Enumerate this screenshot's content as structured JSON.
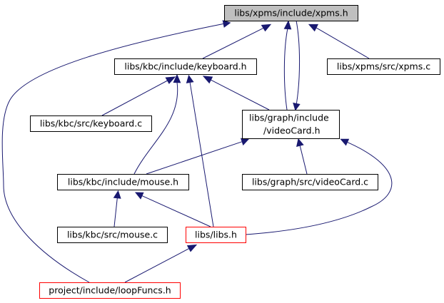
{
  "diagram": {
    "colors": {
      "edge": "#191970",
      "node_border": "#000000",
      "node_border_incomplete": "#ff0000",
      "node_fill": "#ffffff",
      "root_fill": "#bfbfbf"
    },
    "nodes": {
      "xpms_h": {
        "lines": [
          "libs/xpms/include/xpms.h"
        ],
        "style": "root"
      },
      "keyboard_h": {
        "lines": [
          "libs/kbc/include/keyboard.h"
        ],
        "style": "normal"
      },
      "xpms_c": {
        "lines": [
          "libs/xpms/src/xpms.c"
        ],
        "style": "normal"
      },
      "keyboard_c": {
        "lines": [
          "libs/kbc/src/keyboard.c"
        ],
        "style": "normal"
      },
      "videocard_h": {
        "lines": [
          "libs/graph/include",
          "/videoCard.h"
        ],
        "style": "normal"
      },
      "mouse_h": {
        "lines": [
          "libs/kbc/include/mouse.h"
        ],
        "style": "normal"
      },
      "videocard_c": {
        "lines": [
          "libs/graph/src/videoCard.c"
        ],
        "style": "normal"
      },
      "mouse_c": {
        "lines": [
          "libs/kbc/src/mouse.c"
        ],
        "style": "normal"
      },
      "libs_h": {
        "lines": [
          "libs/libs.h"
        ],
        "style": "incomplete"
      },
      "loopfuncs_h": {
        "lines": [
          "project/include/loopFuncs.h"
        ],
        "style": "incomplete"
      }
    },
    "edges": [
      {
        "from": "xpms_h",
        "to": "keyboard_h"
      },
      {
        "from": "xpms_h",
        "to": "xpms_c"
      },
      {
        "from": "xpms_h",
        "to": "videocard_h"
      },
      {
        "from": "videocard_h",
        "to": "xpms_h"
      },
      {
        "from": "xpms_h",
        "to": "loopfuncs_h"
      },
      {
        "from": "keyboard_h",
        "to": "keyboard_c"
      },
      {
        "from": "keyboard_h",
        "to": "videocard_h"
      },
      {
        "from": "keyboard_h",
        "to": "mouse_h"
      },
      {
        "from": "keyboard_h",
        "to": "libs_h"
      },
      {
        "from": "videocard_h",
        "to": "mouse_h"
      },
      {
        "from": "videocard_h",
        "to": "videocard_c"
      },
      {
        "from": "videocard_h",
        "to": "libs_h"
      },
      {
        "from": "mouse_h",
        "to": "mouse_c"
      },
      {
        "from": "mouse_h",
        "to": "libs_h"
      },
      {
        "from": "libs_h",
        "to": "loopfuncs_h"
      }
    ]
  }
}
